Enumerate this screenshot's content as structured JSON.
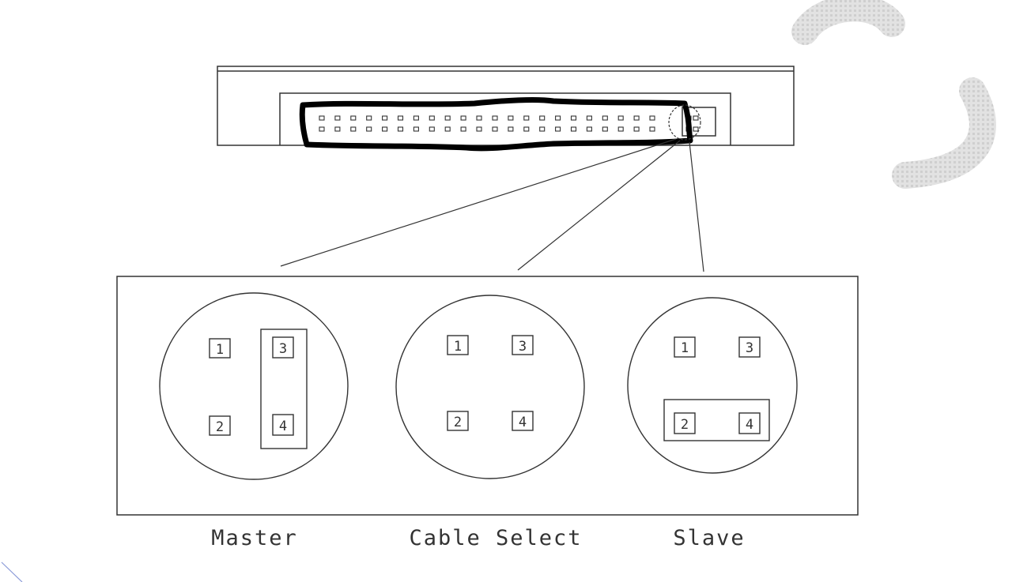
{
  "diagram": {
    "configurations": [
      {
        "id": "master",
        "label": "Master",
        "pins": [
          "1",
          "3",
          "2",
          "4"
        ],
        "jumper": "pins 3-4"
      },
      {
        "id": "cable-select",
        "label": "Cable Select",
        "pins": [
          "1",
          "3",
          "2",
          "4"
        ],
        "jumper": "none"
      },
      {
        "id": "slave",
        "label": "Slave",
        "pins": [
          "1",
          "3",
          "2",
          "4"
        ],
        "jumper": "pins 2-4"
      }
    ],
    "colors": {
      "line": "#333333",
      "highlight": "#000000",
      "watermark": "#d4d4d4"
    }
  }
}
